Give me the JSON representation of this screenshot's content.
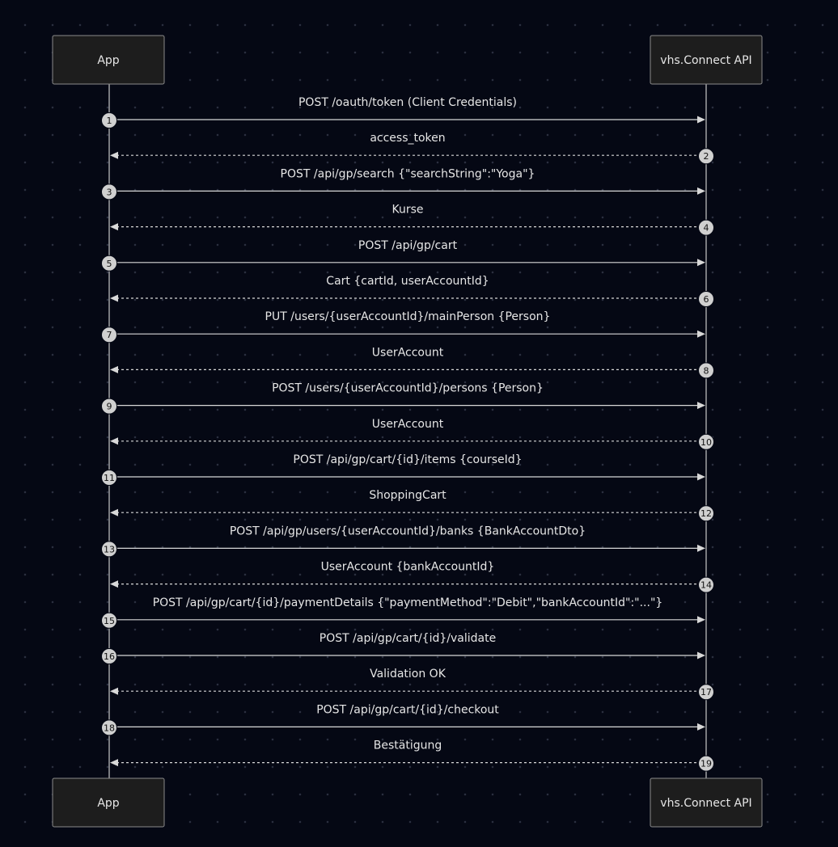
{
  "actors": [
    {
      "id": "app",
      "label": "App"
    },
    {
      "id": "api",
      "label": "vhs.Connect API"
    }
  ],
  "messages": [
    {
      "num": "1",
      "from": "app",
      "to": "api",
      "type": "request",
      "label": "POST /oauth/token (Client Credentials)"
    },
    {
      "num": "2",
      "from": "api",
      "to": "app",
      "type": "reply",
      "label": "access_token"
    },
    {
      "num": "3",
      "from": "app",
      "to": "api",
      "type": "request",
      "label": "POST /api/gp/search {\"searchString\":\"Yoga\"}"
    },
    {
      "num": "4",
      "from": "api",
      "to": "app",
      "type": "reply",
      "label": "Kurse"
    },
    {
      "num": "5",
      "from": "app",
      "to": "api",
      "type": "request",
      "label": "POST /api/gp/cart"
    },
    {
      "num": "6",
      "from": "api",
      "to": "app",
      "type": "reply",
      "label": "Cart {cartId, userAccountId}"
    },
    {
      "num": "7",
      "from": "app",
      "to": "api",
      "type": "request",
      "label": "PUT /users/{userAccountId}/mainPerson {Person}"
    },
    {
      "num": "8",
      "from": "api",
      "to": "app",
      "type": "reply",
      "label": "UserAccount"
    },
    {
      "num": "9",
      "from": "app",
      "to": "api",
      "type": "request",
      "label": "POST /users/{userAccountId}/persons {Person}"
    },
    {
      "num": "10",
      "from": "api",
      "to": "app",
      "type": "reply",
      "label": "UserAccount"
    },
    {
      "num": "11",
      "from": "app",
      "to": "api",
      "type": "request",
      "label": "POST /api/gp/cart/{id}/items {courseId}"
    },
    {
      "num": "12",
      "from": "api",
      "to": "app",
      "type": "reply",
      "label": "ShoppingCart"
    },
    {
      "num": "13",
      "from": "app",
      "to": "api",
      "type": "request",
      "label": "POST /api/gp/users/{userAccountId}/banks {BankAccountDto}"
    },
    {
      "num": "14",
      "from": "api",
      "to": "app",
      "type": "reply",
      "label": "UserAccount {bankAccountId}"
    },
    {
      "num": "15",
      "from": "app",
      "to": "api",
      "type": "request",
      "label": "POST /api/gp/cart/{id}/paymentDetails {\"paymentMethod\":\"Debit\",\"bankAccountId\":\"...\"}"
    },
    {
      "num": "16",
      "from": "app",
      "to": "api",
      "type": "request",
      "label": "POST /api/gp/cart/{id}/validate"
    },
    {
      "num": "17",
      "from": "api",
      "to": "app",
      "type": "reply",
      "label": "Validation OK"
    },
    {
      "num": "18",
      "from": "app",
      "to": "api",
      "type": "request",
      "label": "POST /api/gp/cart/{id}/checkout"
    },
    {
      "num": "19",
      "from": "api",
      "to": "app",
      "type": "reply",
      "label": "Bestätigung"
    }
  ]
}
